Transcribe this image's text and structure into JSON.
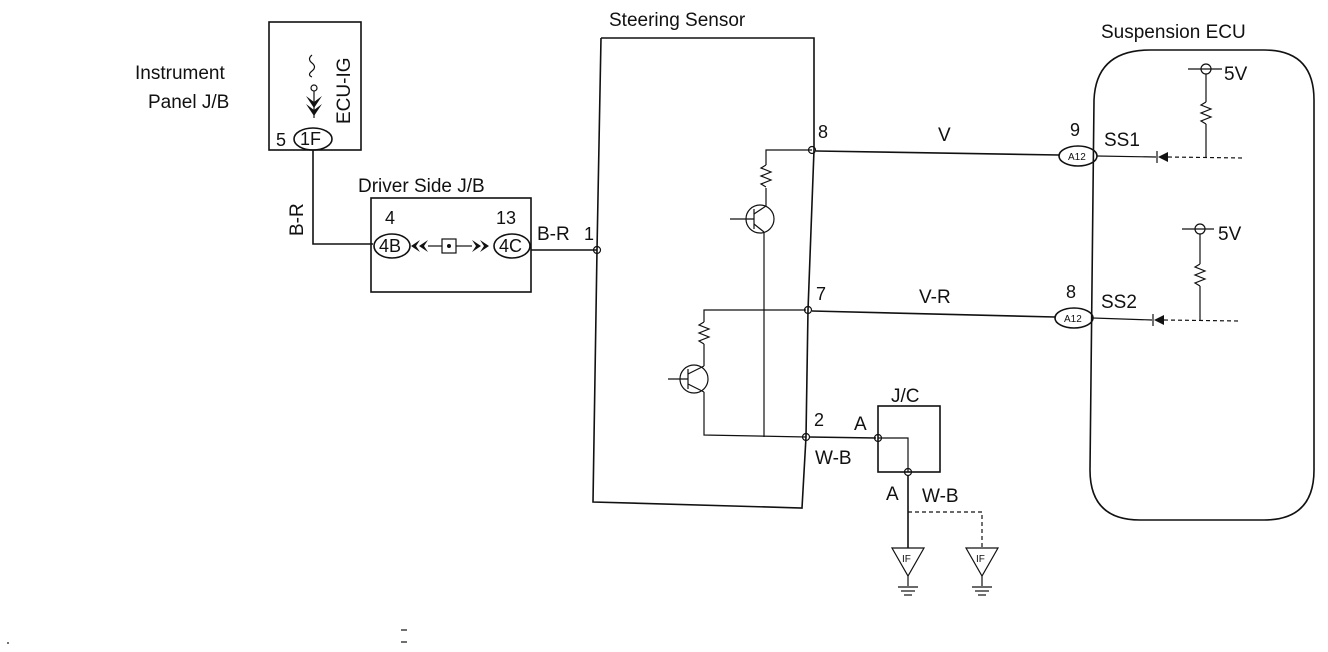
{
  "diagram": {
    "blocks": {
      "instrument_panel_jb": {
        "name_line1": "Instrument",
        "name_line2": "Panel J/B",
        "fuse": "ECU-IG",
        "pin": "5",
        "connector": "1F"
      },
      "driver_side_jb": {
        "name": "Driver Side J/B",
        "pin_left": "4",
        "conn_left": "4B",
        "pin_right": "13",
        "conn_right": "4C"
      },
      "steering_sensor": {
        "name": "Steering Sensor",
        "pin_in": "1",
        "pin_ss1": "8",
        "pin_ss2": "7",
        "pin_gnd": "2"
      },
      "suspension_ecu": {
        "name": "Suspension ECU",
        "pin_ss1": "9",
        "pin_ss2": "8",
        "connector": "A12",
        "signal1": "SS1",
        "signal2": "SS2",
        "supply1": "5V",
        "supply2": "5V"
      },
      "junction_connector": {
        "name": "J/C",
        "pin_in": "A",
        "pin_out": "A"
      }
    },
    "wires": {
      "ig_to_jb": "B-R",
      "jb_to_sensor": "B-R",
      "ss1": "V",
      "ss2": "V-R",
      "gnd_in": "W-B",
      "gnd_out": "W-B"
    },
    "grounds": {
      "label1": "IF",
      "label2": "IF"
    }
  }
}
